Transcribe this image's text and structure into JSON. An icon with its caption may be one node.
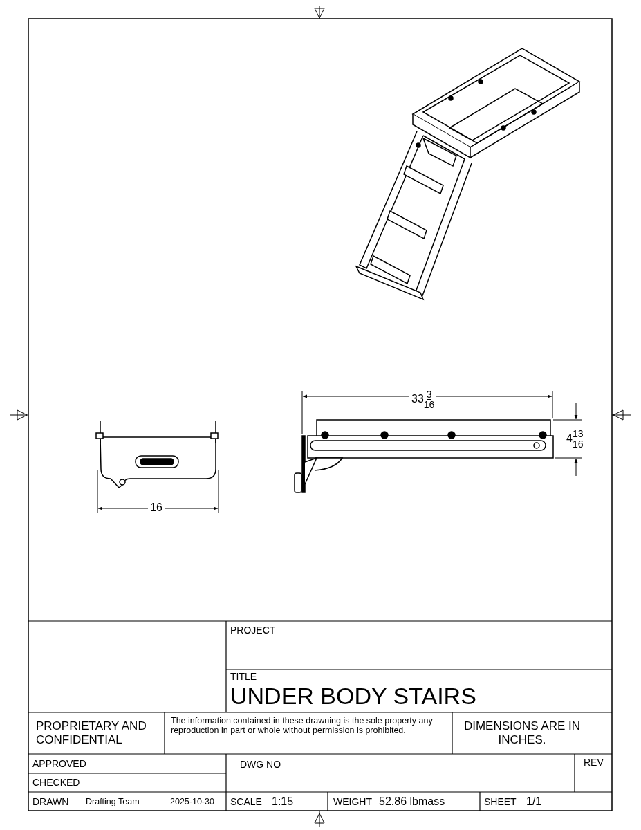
{
  "diagram": {
    "labels": [
      "16",
      "33$^{3}$$_{16}$",
      "4$^{13}$$_{16}$",
      "PROJECT",
      "TITLE",
      "UNDER BODY STAIRS",
      "PROPRIETARY AND CONFIDENTIAL",
      "The information contained in these drawning is the sole property any reproduction in part or whole without permission is prohibited.",
      "DIMENSIONS ARE IN INCHES.",
      "APPROVED",
      "DWG NO",
      "REV",
      "CHECKED",
      "DRAWN",
      "Drafting Team",
      "2025-10-30",
      "SCALE",
      "1:15",
      "WEIGHT",
      "52.86 lbmass",
      "SHEET",
      "1/1"
    ]
  }
}
